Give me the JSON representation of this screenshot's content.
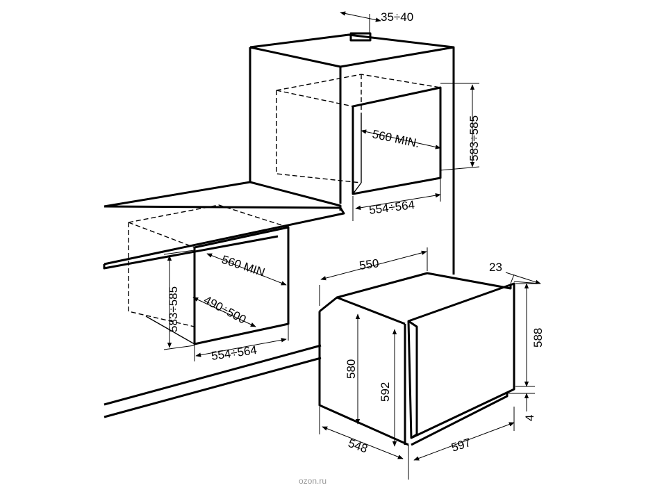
{
  "colors": {
    "line": "#000000",
    "background": "#ffffff",
    "watermark": "#9a9a9a"
  },
  "dimensions": {
    "top_depth": "35÷40",
    "upper_depth": "560 MIN.",
    "upper_height": "583÷585",
    "upper_width": "554÷564",
    "lower_depth": "560 MIN",
    "lower_height": "583÷585",
    "lower_inner_depth": "490÷500",
    "lower_width": "554÷564",
    "oven_top_depth": "550",
    "oven_front_thickness": "23",
    "oven_front_height": "588",
    "oven_body_height": "580",
    "oven_side_height": "592",
    "oven_bottom_gap": "4",
    "oven_depth": "548",
    "oven_width": "597"
  },
  "watermark": "ozon.ru"
}
